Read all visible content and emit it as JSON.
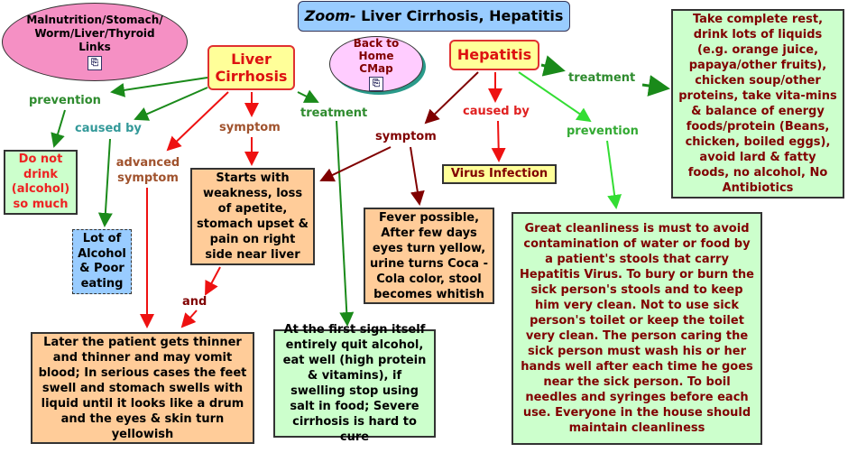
{
  "title": {
    "prefix": "Zoom-",
    "text": "Liver Cirrhosis, Hepatitis"
  },
  "links": {
    "malnutrition": "Malnutrition/Stomach/ Worm/Liver/Thyroid Links",
    "home": "Back to Home CMap",
    "cmap_icon": "⎘"
  },
  "concepts": {
    "liver": "Liver Cirrhosis",
    "hepatitis": "Hepatitis",
    "do_not_drink": "Do not drink (alcohol) so much",
    "alcohol": "Lot of Alcohol & Poor eating",
    "starts": "Starts with weakness, loss of apetite, stomach upset & pain on right side near liver",
    "later": "Later the patient gets thinner and thinner and may vomit blood; In serious cases the feet swell and stomach swells with liquid until it looks like a drum and the eyes & skin turn yellowish",
    "first_sign": "At the first sign itself entirely quit alcohol, eat well (high protein & vitamins), if swelling stop using salt in food; Severe cirrhosis is hard to cure",
    "fever": "Fever possible, After few days eyes turn yellow, urine turns Coca -Cola color, stool becomes whitish",
    "virus": "Virus Infection",
    "rest": "Take complete rest, drink lots of liquids (e.g. orange juice, papaya/other fruits), chicken soup/other proteins, take vita-mins & balance of energy foods/protein (Beans, chicken, boiled eggs), avoid lard & fatty foods, no alcohol, No Antibiotics",
    "clean": "Great cleanliness is must to avoid contamination of water or food by a patient's stools that carry Hepatitis Virus. To bury or burn the sick person's stools and to keep him very clean. Not to use sick person's toilet or keep the toilet very clean. The person caring the sick person must wash his or her hands well after each time he goes near the sick person. To boil needles and syringes before each use. Everyone in the house should maintain cleanliness"
  },
  "linking": {
    "prevention": "prevention",
    "caused_by": "caused by",
    "advanced": "advanced symptom",
    "symptom": "symptom",
    "treatment": "treatment",
    "h_symptom": "symptom",
    "h_caused_by": "caused by",
    "h_treatment": "treatment",
    "h_prevention": "prevention",
    "and": "and"
  }
}
